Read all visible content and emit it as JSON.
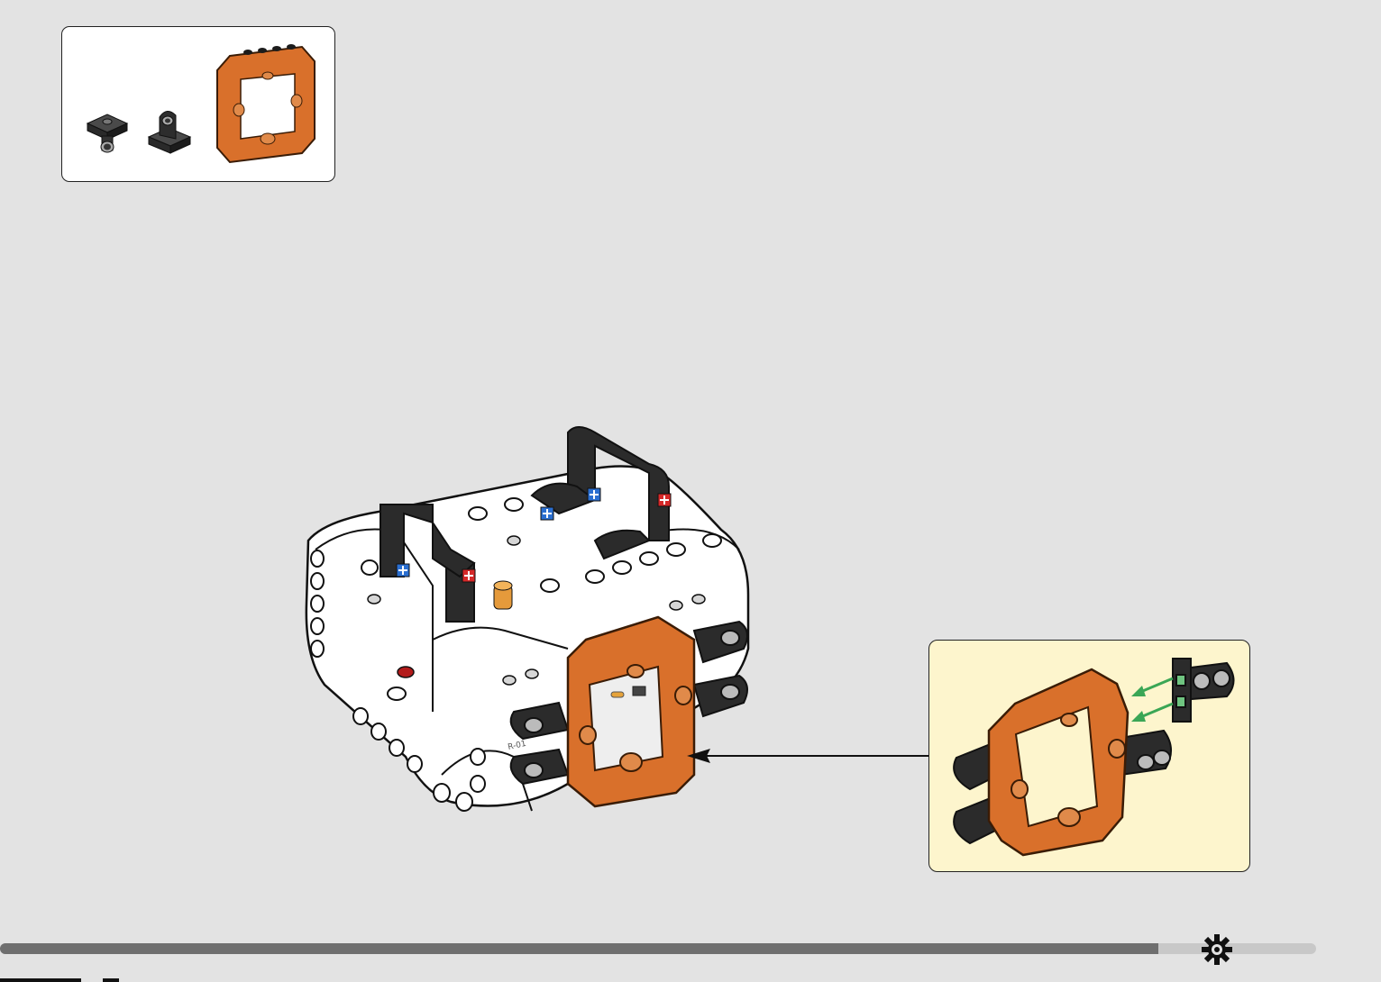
{
  "page": {
    "background": "#e3e3e3"
  },
  "parts_callout": {
    "items": [
      {
        "name": "black-technic-plate-connector",
        "color": "#2a2a2a"
      },
      {
        "name": "black-technic-pin-block",
        "color": "#2a2a2a"
      },
      {
        "name": "orange-octagonal-frame",
        "color": "#d9702b"
      }
    ]
  },
  "main_model": {
    "description_icon": "assembled-white-hull-icon",
    "accent_orange": "#d9702b",
    "beam_black": "#2b2b2b",
    "pin_red": "#d62828",
    "pin_blue": "#2a6fd1",
    "hull_white": "#ffffff",
    "label_text": "R-01"
  },
  "detail_callout": {
    "background": "#fdf5cd",
    "arrow_color": "#3aa655"
  },
  "progress": {
    "fraction": 0.88,
    "gear_icon": "gear-icon"
  }
}
